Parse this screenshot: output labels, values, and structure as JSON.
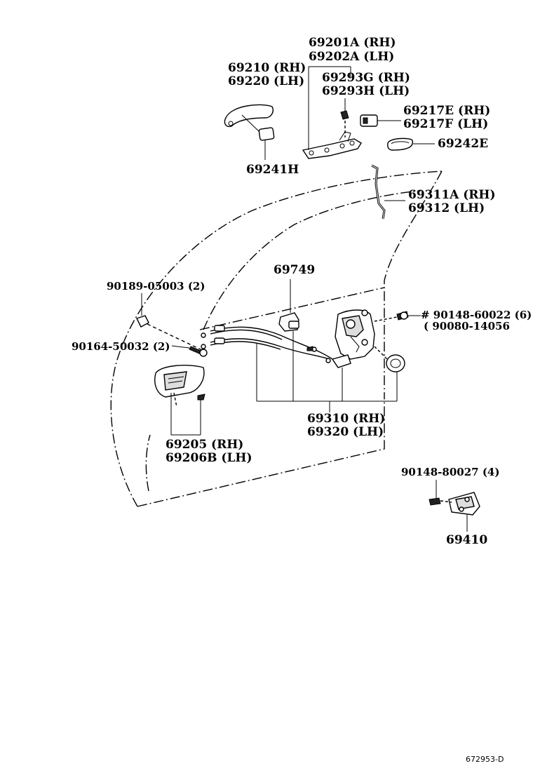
{
  "diagram": {
    "figure_code": "672953-D",
    "callouts": {
      "outside_handle_frame": [
        "69201A (RH)",
        "69202A (LH)"
      ],
      "outside_handle": [
        "69210 (RH)",
        "69220 (LH)"
      ],
      "handle_cap": [
        "69293G (RH)",
        "69293H (LH)"
      ],
      "handle_pad_front": [
        "69217E (RH)",
        "69217F (LH)"
      ],
      "handle_pad_rear": [
        "69242E"
      ],
      "handle_pad_front_small": [
        "69241H"
      ],
      "lock_rod": [
        "69311A (RH)",
        "69312 (LH)"
      ],
      "cable_clamp": [
        "69749"
      ],
      "screw_top": [
        "90189-05003 (2)"
      ],
      "screw_inside_handle": [
        "90164-50032 (2)"
      ],
      "lock_screw": [
        "# 90148-60022 (6)",
        "( 90080-14056"
      ],
      "door_lock_assy": [
        "69310 (RH)",
        "69320 (LH)"
      ],
      "inside_handle": [
        "69205 (RH)",
        "69206B (LH)"
      ],
      "striker_screw": [
        "90148-80027 (4)"
      ],
      "striker": [
        "69410"
      ]
    }
  }
}
